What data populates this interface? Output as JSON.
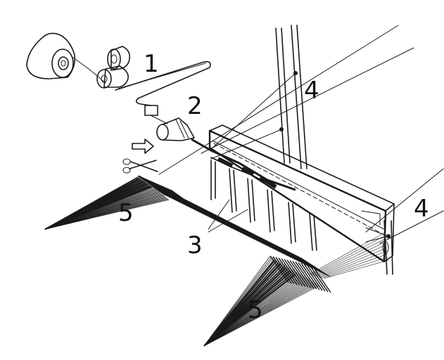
{
  "labels": {
    "yarn_supply": "1",
    "nozzle": "2",
    "reed": "3",
    "heddle_upper": "4",
    "heddle_right": "4",
    "fabric_left": "5",
    "fabric_bottom": "5"
  },
  "colors": {
    "ink": "#1a1a1a",
    "background": "#ffffff"
  },
  "icons": [
    "scissors-icon",
    "arrow-right-icon"
  ]
}
